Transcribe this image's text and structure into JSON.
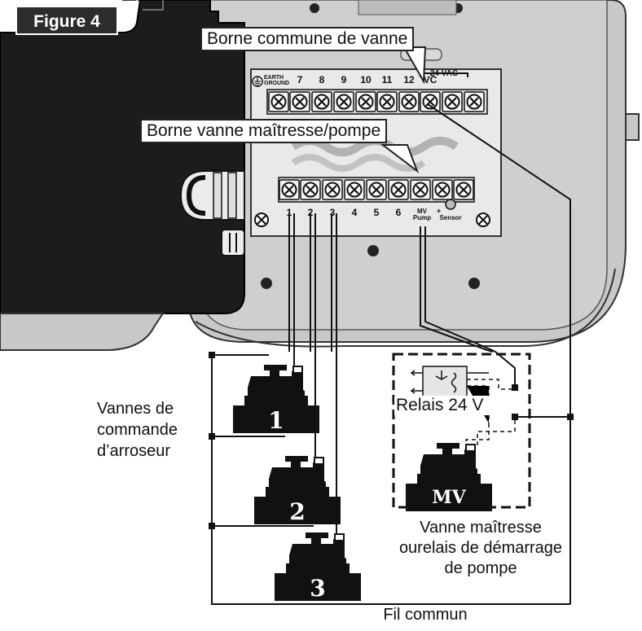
{
  "figure_label": "Figure 4",
  "callouts": {
    "common_terminal": "Borne commune de vanne",
    "master_valve_terminal": "Borne vanne maîtresse/pompe"
  },
  "upper_strip": {
    "earth_line1": "EARTH",
    "earth_line2": "GROUND",
    "stations": [
      "7",
      "8",
      "9",
      "10",
      "11",
      "12"
    ],
    "vc": "VC",
    "vac": "24 VAC"
  },
  "lower_strip": {
    "stations": [
      "1",
      "2",
      "3",
      "4",
      "5",
      "6"
    ],
    "mv_line1": "MV",
    "mv_line2": "Pump",
    "sensor_plus": "+",
    "sensor": "Sensor"
  },
  "valves": [
    "1",
    "2",
    "3"
  ],
  "master_valve_badge": "MV",
  "relay_label": "Relais 24 V",
  "sprinkler_label": [
    "Vannes de",
    "commande",
    "d’arroseur"
  ],
  "master_label": [
    "Vanne maîtresse",
    "ourelais de démarrage",
    "de pompe"
  ],
  "common_wire_label": "Fil commun"
}
